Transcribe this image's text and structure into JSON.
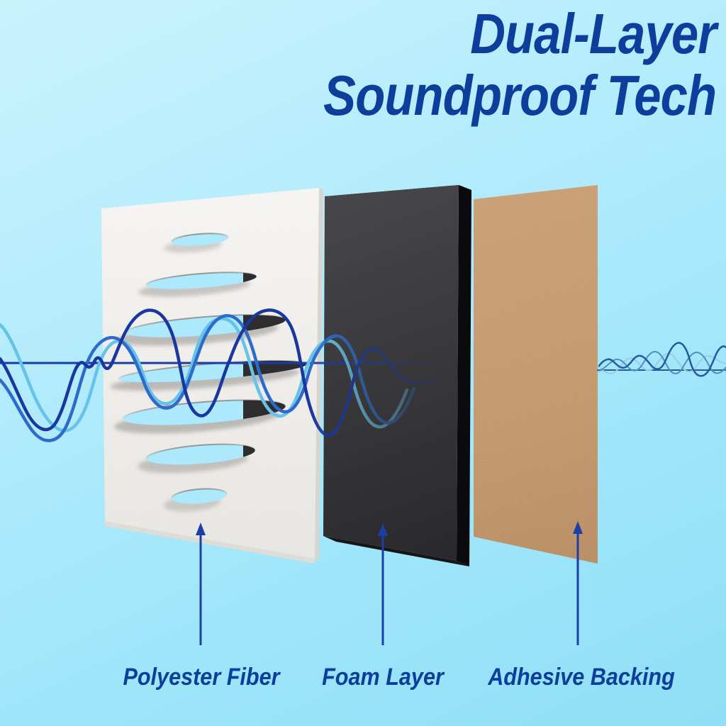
{
  "title": {
    "line1": "Dual-Layer",
    "line2": "Soundproof Tech"
  },
  "layers": [
    {
      "id": "polyester",
      "label": "Polyester Fiber",
      "panel_color": "#f5f4f2",
      "style": "white perforated panel with 7 oval slots"
    },
    {
      "id": "foam",
      "label": "Foam Layer",
      "panel_color": "#38383a",
      "style": "black foam slab with 3D thickness"
    },
    {
      "id": "adhesive",
      "label": "Adhesive Backing",
      "panel_color": "#c2946a",
      "style": "kraft-tan backing sheet"
    }
  ],
  "colors": {
    "text_navy": "#0d3e9b",
    "background_top": "#c9f3fd",
    "background_bottom": "#8edff7",
    "wave_navy": "#19379f",
    "wave_blue": "#2d6bcb",
    "wave_cyan": "#66c3e7",
    "wave_right_dark": "#27589f",
    "wave_right_mid": "#4f8fc0",
    "wave_right_light": "#9ccbe4",
    "baseline_line": "#1c3aa6",
    "arrow": "#1d3fa5",
    "slot_fill": "#ace9fc",
    "slot_dark_tip": "#2d2d2f"
  }
}
